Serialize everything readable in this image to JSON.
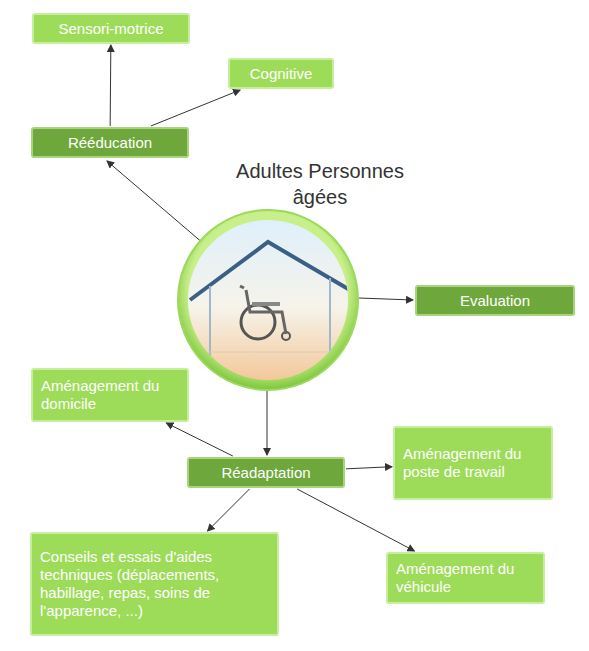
{
  "diagram": {
    "title": "Adultes Personnes âgées",
    "nodes": [
      {
        "text": [
          "Sensori-motrice"
        ]
      },
      {
        "text": [
          "Cognitive"
        ]
      },
      {
        "text": [
          "Rééducation"
        ]
      },
      {
        "text": [
          "Evaluation"
        ]
      },
      {
        "text": [
          "Aménagement du domicile"
        ]
      },
      {
        "text": [
          "Réadaptation"
        ]
      },
      {
        "text": [
          "Aménagement du poste de travail"
        ]
      },
      {
        "text": [
          "Conseils et essais d'aides techniques (déplacements, habillage, repas, soins de l'apparence, ...)"
        ]
      },
      {
        "text": [
          "Aménagement du véhicule"
        ]
      }
    ],
    "edges": [
      {
        "from": 2,
        "to": 0,
        "arrow": "to"
      },
      {
        "from": 2,
        "to": 1,
        "arrow": "to"
      },
      {
        "from": 5,
        "to": 4,
        "arrow": "to"
      },
      {
        "from": 5,
        "to": 6,
        "arrow": "to"
      },
      {
        "from": 5,
        "to": 7,
        "arrow": "to"
      },
      {
        "from": 5,
        "to": 8,
        "arrow": "to"
      }
    ]
  }
}
